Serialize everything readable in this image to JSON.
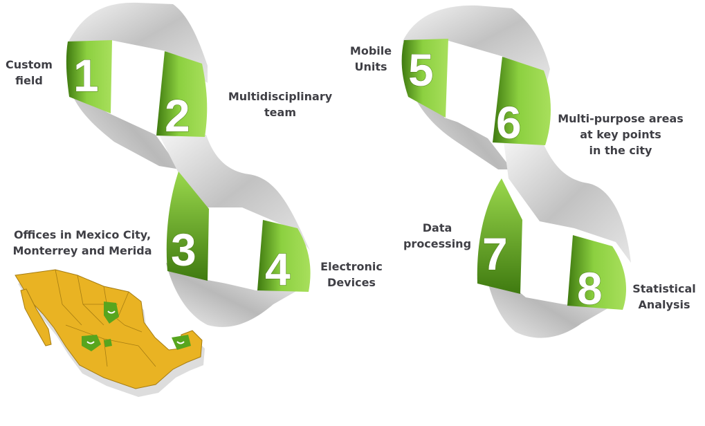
{
  "steps": [
    {
      "number": "1",
      "lines": [
        "Custom",
        "field"
      ]
    },
    {
      "number": "2",
      "lines": [
        "Multidisciplinary",
        "team"
      ]
    },
    {
      "number": "3",
      "lines": [
        "Offices in Mexico City,",
        "Monterrey and Merida"
      ]
    },
    {
      "number": "4",
      "lines": [
        "Electronic",
        "Devices"
      ]
    },
    {
      "number": "5",
      "lines": [
        "Mobile",
        "Units"
      ]
    },
    {
      "number": "6",
      "lines": [
        "Multi-purpose areas",
        "at key points",
        "in the city"
      ]
    },
    {
      "number": "7",
      "lines": [
        "Data",
        "processing"
      ]
    },
    {
      "number": "8",
      "lines": [
        "Statistical",
        "Analysis"
      ]
    }
  ],
  "colors": {
    "green_light": "#9fd94f",
    "green_dark": "#4e8a16",
    "ribbon_gray": "#d3d3d3",
    "ribbon_white": "#ffffff",
    "text": "#3f3f45",
    "map_yellow": "#e9b323",
    "map_green": "#57a51e"
  },
  "map": {
    "icon": "mexico-map-icon"
  }
}
